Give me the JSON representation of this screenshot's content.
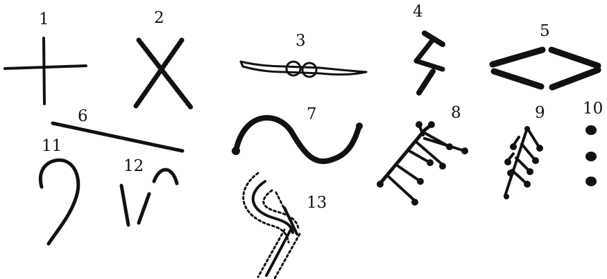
{
  "figure_labels": {
    "glyph_1": "1",
    "glyph_2": "2",
    "glyph_3": "3",
    "glyph_4": "4",
    "glyph_5": "5",
    "glyph_6": "6",
    "glyph_7": "7",
    "glyph_8": "8",
    "glyph_9": "9",
    "glyph_10": "10",
    "glyph_11": "11",
    "glyph_12": "12",
    "glyph_13": "13"
  },
  "colors": {
    "ink": "#111111",
    "background": "#ffffff"
  }
}
